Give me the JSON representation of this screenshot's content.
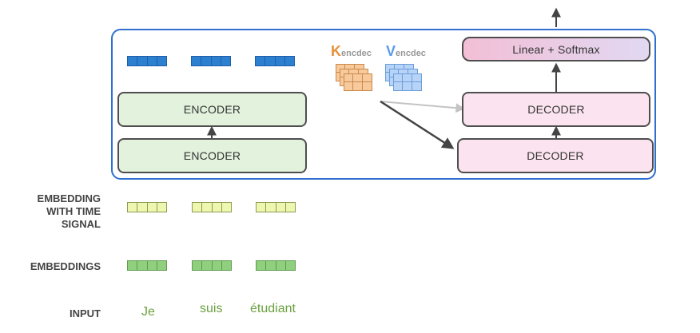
{
  "encoders": [
    {
      "label": "ENCODER"
    },
    {
      "label": "ENCODER"
    }
  ],
  "decoders": [
    {
      "label": "DECODER"
    },
    {
      "label": "DECODER"
    }
  ],
  "output_layer": {
    "label": "Linear + Softmax"
  },
  "kv": {
    "k_letter": "K",
    "k_sub": "encdec",
    "v_letter": "V",
    "v_sub": "encdec"
  },
  "row_labels": {
    "embedding_time_line1": "EMBEDDING",
    "embedding_time_line2": "WITH TIME",
    "embedding_time_line3": "SIGNAL",
    "embeddings": "EMBEDDINGS",
    "input": "INPUT"
  },
  "input_words": [
    "Je",
    "suis",
    "étudiant"
  ],
  "colors": {
    "frame": "#2f6fd0",
    "encoder_output_vector": "#2d7fd0",
    "embedding_time_vector": "#eef7b0",
    "embedding_vector": "#8fcf7e",
    "input_word": "#6aa13f",
    "k_color": "#e8913c",
    "v_color": "#5a9bea"
  }
}
